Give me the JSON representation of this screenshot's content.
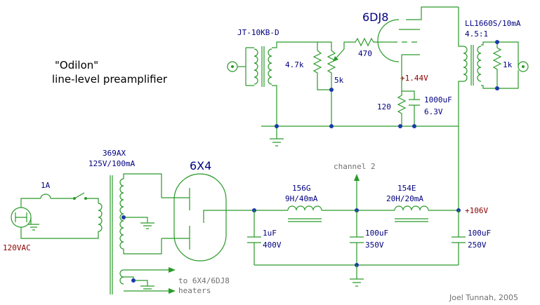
{
  "title": {
    "name": "\"Odilon\"",
    "subtitle": "line-level preamplifier"
  },
  "credit": "Joel Tunnah, 2005",
  "parts": {
    "input_transformer": "JT-10KB-D",
    "tube_preamp": "6DJ8",
    "output_transformer": "LL1660S/10mA",
    "output_ratio": "4.5:1",
    "r_47k": "4.7k",
    "pot_5k": "5k",
    "r_470": "470",
    "r_1k": "1k",
    "r_120": "120",
    "cap_cathode_value": "1000uF",
    "cap_cathode_voltage": "6.3V",
    "cathode_voltage": "+1.44V",
    "power_transformer_name": "369AX",
    "power_transformer_rating": "125V/100mA",
    "fuse": "1A",
    "mains": "120VAC",
    "rectifier": "6X4",
    "choke1_name": "156G",
    "choke1_rating": "9H/40mA",
    "choke2_name": "154E",
    "choke2_rating": "20H/20mA",
    "channel2": "channel 2",
    "b_plus": "+106V",
    "cap1_value": "1uF",
    "cap1_voltage": "400V",
    "cap2_value": "100uF",
    "cap2_voltage": "350V",
    "cap3_value": "100uF",
    "cap3_voltage": "250V",
    "heaters_line1": "to 6X4/6DJ8",
    "heaters_line2": "heaters"
  },
  "colors": {
    "wire": "#2a9a2a",
    "label": "#000080",
    "highlight": "#8b0000",
    "junction": "#1a3aa8"
  }
}
